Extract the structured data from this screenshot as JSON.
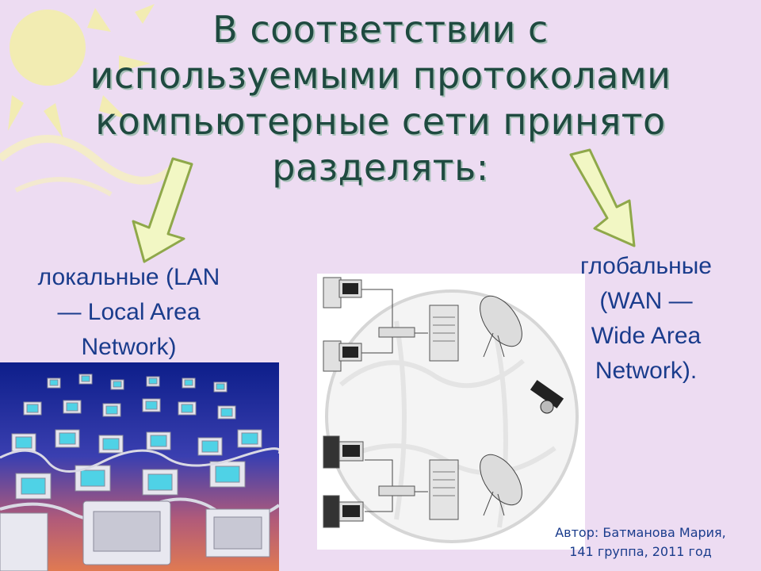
{
  "title": {
    "lines": [
      "В соответствии с",
      "используемыми протоколами",
      "компьютерные сети принято",
      "разделять:"
    ]
  },
  "lan": {
    "lines": [
      "локальные (LAN",
      "— Local Area",
      "Network)"
    ]
  },
  "wan": {
    "lines": [
      "глобальные",
      "(WAN —",
      "Wide Area",
      "Network)."
    ]
  },
  "author": {
    "lines": [
      "Автор: Батманова Мария,",
      "141 группа, 2011 год"
    ]
  },
  "colors": {
    "background": "#eddcf2",
    "title": "#1f4a40",
    "body_text": "#1a3c8c",
    "arrow_fill": "#f2f7c4",
    "arrow_stroke": "#8fa84a"
  }
}
